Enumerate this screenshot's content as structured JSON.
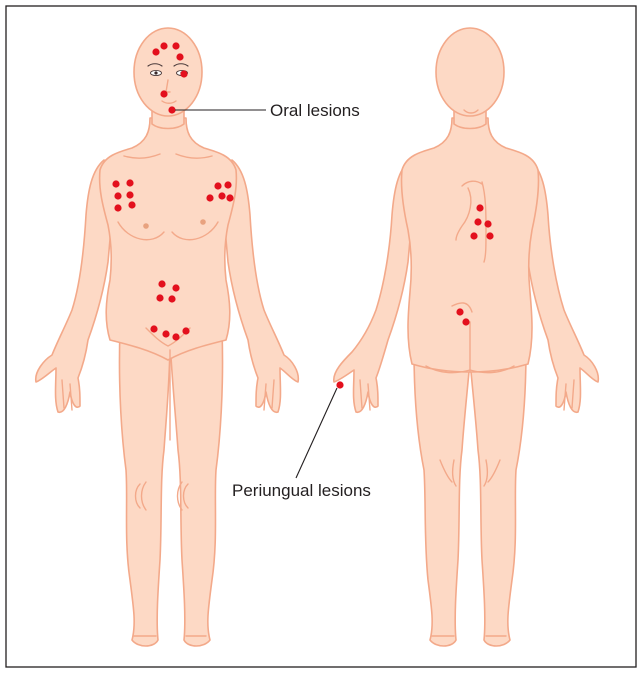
{
  "labels": {
    "oral": "Oral lesions",
    "periungual": "Periungual lesions"
  },
  "icons": {
    "front_figure": "female-body-front",
    "back_figure": "female-body-back",
    "lesion_marker": "red-dot"
  },
  "colors": {
    "skin_fill": "#fdd9c5",
    "skin_outline": "#f3a98a",
    "lesion": "#e3101d",
    "text": "#231f20",
    "frame": "#231f20"
  }
}
